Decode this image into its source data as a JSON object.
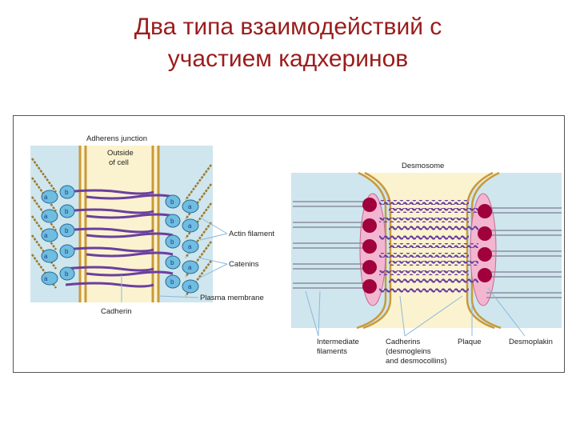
{
  "slide": {
    "title_line1": "Два типа взаимодействий с",
    "title_line2": "участием кадхеринов"
  },
  "left_panel": {
    "heading": "Adherens junction",
    "outside_line1": "Outside",
    "outside_line2": "of cell",
    "label_actin": "Actin filament",
    "label_catenins": "Catenins",
    "label_membrane": "Plasma membrane",
    "label_cadherin": "Cadherin",
    "catenin_a": "a",
    "catenin_b": "b"
  },
  "right_panel": {
    "heading": "Desmosome",
    "label_if_line1": "Intermediate",
    "label_if_line2": "filaments",
    "label_cad_line1": "Cadherins",
    "label_cad_line2": "(desmogleins",
    "label_cad_line3": "and desmocollins)",
    "label_plaque": "Plaque",
    "label_desmoplakin": "Desmoplakin"
  },
  "colors": {
    "title": "#9b1c1c",
    "cytoplasm": "#cfe6ee",
    "extracellular": "#fbf3cf",
    "membrane": "#d8b25a",
    "cadherin": "#6b3fa0",
    "catenin": "#5fb3d9",
    "actin": "#9a7a2a",
    "plaque": "#f3b6d0",
    "desmoplakin": "#a0003c"
  }
}
